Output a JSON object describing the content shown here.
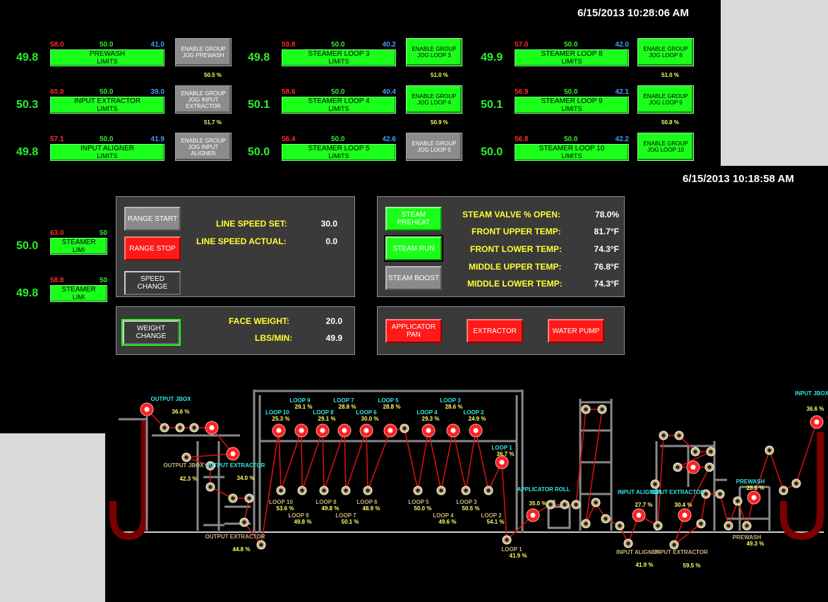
{
  "timestamps": {
    "top": "6/15/2013 10:28:06 AM",
    "second": "6/15/2013 10:18:58 AM"
  },
  "limit_groups": [
    {
      "id": "prewash",
      "big": "49.8",
      "lo": "58.0",
      "mid": "50.0",
      "hi": "41.0",
      "label": "PREWASH",
      "sub": "LIMITS",
      "jog": "ENABLE GROUP JOG PREWASH",
      "jog_state": "off",
      "pct": "50.5 %"
    },
    {
      "id": "input-extractor",
      "big": "50.3",
      "lo": "60.0",
      "mid": "50.0",
      "hi": "39.0",
      "label": "INPUT EXTRACTOR",
      "sub": "LIMITS",
      "jog": "ENABLE GROUP JOG INPUT EXTRACTOR",
      "jog_state": "off",
      "pct": "51.7 %"
    },
    {
      "id": "input-aligner",
      "big": "49.8",
      "lo": "57.1",
      "mid": "50.0",
      "hi": "41.9",
      "label": "INPUT ALIGNER",
      "sub": "LIMITS",
      "jog": "ENABLE GROUP JOG INPUT ALIGNER",
      "jog_state": "off",
      "pct": ""
    },
    {
      "id": "steamer-loop-3",
      "big": "49.8",
      "lo": "59.8",
      "mid": "50.0",
      "hi": "40.2",
      "label": "STEAMER LOOP 3",
      "sub": "LIMITS",
      "jog": "ENABLE GROUP JOG LOOP 3",
      "jog_state": "on",
      "pct": "51.0 %"
    },
    {
      "id": "steamer-loop-4",
      "big": "50.1",
      "lo": "58.6",
      "mid": "50.0",
      "hi": "40.4",
      "label": "STEAMER LOOP 4",
      "sub": "LIMITS",
      "jog": "ENABLE GROUP JOG LOOP 4",
      "jog_state": "on",
      "pct": "50.9 %"
    },
    {
      "id": "steamer-loop-5",
      "big": "50.0",
      "lo": "56.4",
      "mid": "50.0",
      "hi": "42.6",
      "label": "STEAMER LOOP 5",
      "sub": "LIMITS",
      "jog": "ENABLE GROUP JOG LOOP 5",
      "jog_state": "off",
      "pct": ""
    },
    {
      "id": "steamer-loop-8",
      "big": "49.9",
      "lo": "57.0",
      "mid": "50.0",
      "hi": "42.0",
      "label": "STEAMER LOOP 8",
      "sub": "LIMITS",
      "jog": "ENABLE GROUP JOG LOOP 8",
      "jog_state": "on",
      "pct": "51.0 %"
    },
    {
      "id": "steamer-loop-9",
      "big": "50.1",
      "lo": "56.9",
      "mid": "50.0",
      "hi": "42.1",
      "label": "STEAMER LOOP 9",
      "sub": "LIMITS",
      "jog": "ENABLE GROUP JOG LOOP 9",
      "jog_state": "on",
      "pct": "50.8 %"
    },
    {
      "id": "steamer-loop-10",
      "big": "50.0",
      "lo": "56.8",
      "mid": "50.0",
      "hi": "42.2",
      "label": "STEAMER LOOP 10",
      "sub": "LIMITS",
      "jog": "ENABLE GROUP JOG LOOP 10",
      "jog_state": "on",
      "pct": ""
    },
    {
      "id": "steamer-a",
      "big": "50.0",
      "lo": "63.0",
      "mid": "50",
      "hi": "",
      "label": "STEAMER",
      "sub": "LIMI",
      "jog": "",
      "jog_state": "",
      "pct": ""
    },
    {
      "id": "steamer-b",
      "big": "49.8",
      "lo": "58.8",
      "mid": "50",
      "hi": "",
      "label": "STEAMER",
      "sub": "LIMI",
      "jog": "",
      "jog_state": "",
      "pct": ""
    }
  ],
  "speed_panel": {
    "range_start": "RANGE START",
    "range_stop": "RANGE STOP",
    "speed_change": "SPEED CHANGE",
    "line_speed_set_label": "LINE SPEED SET:",
    "line_speed_set": "30.0",
    "line_speed_actual_label": "LINE SPEED ACTUAL:",
    "line_speed_actual": "0.0"
  },
  "weight_panel": {
    "weight_change": "WEIGHT CHANGE",
    "face_weight_label": "FACE WEIGHT:",
    "face_weight": "20.0",
    "lbs_min_label": "LBS/MIN:",
    "lbs_min": "49.9"
  },
  "steam_panel": {
    "preheat": "STEAM PREHEAT",
    "run": "STEAM RUN",
    "boost": "STEAM BOOST",
    "rows": [
      {
        "label": "STEAM VALVE % OPEN:",
        "value": "78.0%"
      },
      {
        "label": "FRONT UPPER TEMP:",
        "value": "81.7°F"
      },
      {
        "label": "FRONT LOWER TEMP:",
        "value": "74.3°F"
      },
      {
        "label": "MIDDLE UPPER TEMP:",
        "value": "76.8°F"
      },
      {
        "label": "MIDDLE LOWER TEMP:",
        "value": "74.3°F"
      }
    ]
  },
  "pump_panel": {
    "applicator_pan": "APPLICATOR PAN",
    "extractor": "EXTRACTOR",
    "water_pump": "WATER PUMP"
  },
  "diagram": {
    "top_labels": [
      {
        "name": "OUTPUT JBOX",
        "v": "36.6 %"
      },
      {
        "name": "LOOP 9",
        "v": "29.1 %"
      },
      {
        "name": "LOOP 7",
        "v": "28.8 %"
      },
      {
        "name": "LOOP 5",
        "v": "28.8 %"
      },
      {
        "name": "LOOP 3",
        "v": "28.6 %"
      },
      {
        "name": "LOOP 10",
        "v": "25.3 %"
      },
      {
        "name": "LOOP 8",
        "v": "29.1 %"
      },
      {
        "name": "LOOP 6",
        "v": "30.0 %"
      },
      {
        "name": "LOOP 4",
        "v": "29.3 %"
      },
      {
        "name": "LOOP 2",
        "v": "24.9 %"
      },
      {
        "name": "LOOP 1",
        "v": "36.7 %"
      },
      {
        "name": "INPUT JBOX",
        "v": "36.6 %"
      }
    ],
    "output_jbox_low": {
      "name": "OUTPUT JBOX",
      "v": "42.3 %"
    },
    "output_extractor_top": {
      "name": "OUTPUT EXTRACTOR",
      "v": "34.0 %"
    },
    "output_extractor_low": {
      "name": "OUTPUT EXTRACTOR",
      "v": "44.8 %"
    },
    "bottom_loops": [
      {
        "name": "LOOP 10",
        "v": "53.6 %"
      },
      {
        "name": "LOOP 9",
        "v": "49.8 %"
      },
      {
        "name": "LOOP 8",
        "v": "49.8 %"
      },
      {
        "name": "LOOP 7",
        "v": "50.1 %"
      },
      {
        "name": "LOOP 6",
        "v": "48.9 %"
      },
      {
        "name": "LOOP 5",
        "v": "50.0 %"
      },
      {
        "name": "LOOP 4",
        "v": "49.6 %"
      },
      {
        "name": "LOOP 3",
        "v": "50.5 %"
      },
      {
        "name": "LOOP 2",
        "v": "54.1 %"
      }
    ],
    "loop1_low": {
      "name": "LOOP 1",
      "v": "41.9 %"
    },
    "applicator_roll": {
      "name": "APPLICATOR ROLL",
      "v": "35.0 %"
    },
    "input_aligner_top": {
      "name": "INPUT ALIGNER",
      "v": "27.7 %"
    },
    "input_extractor_top": {
      "name": "INPUT EXTRACTOR",
      "v": "30.4 %"
    },
    "input_aligner_low": {
      "name": "INPUT ALIGNER",
      "v": "41.9 %"
    },
    "input_extractor_low": {
      "name": "INPUT EXTRACTOR",
      "v": "59.5 %"
    },
    "prewash_top": {
      "name": "PREWASH",
      "v": "28.8 %"
    },
    "prewash_low": {
      "name": "PREWASH",
      "v": "49.3 %"
    }
  },
  "colors": {
    "green": "#1aff1a",
    "red": "#ff1a1a",
    "cyan": "#33e6e6",
    "yellow": "#ffff66"
  }
}
